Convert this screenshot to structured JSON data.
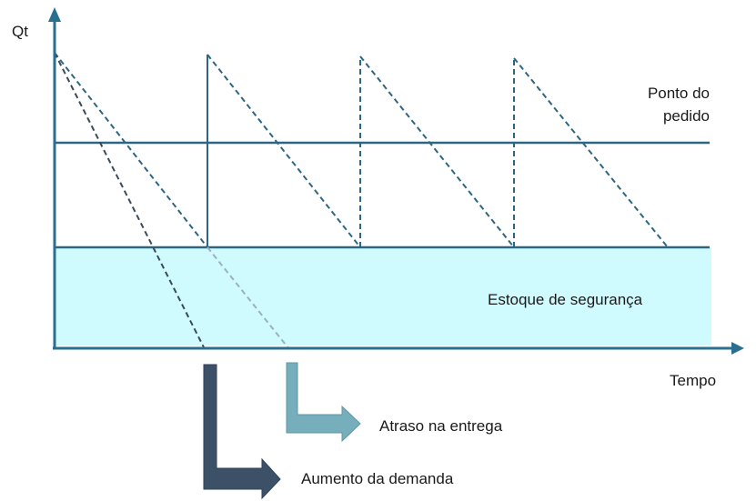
{
  "labels": {
    "y_axis": "Qt",
    "x_axis": "Tempo",
    "reorder_point_line1": "Ponto do",
    "reorder_point_line2": "pedido",
    "safety_stock": "Estoque de segurança",
    "delivery_delay": "Atraso na entrega",
    "demand_increase": "Aumento da demanda"
  },
  "colors": {
    "axis": "#2a6f8f",
    "level_line": "#2d6682",
    "sawtooth": "#2d6682",
    "safety_fill": "#cffbff",
    "demand_line": "#3a4a5a",
    "delay_line": "#9bb2b8",
    "demand_arrow": "#3c5067",
    "delay_arrow": "#76aebb"
  }
}
